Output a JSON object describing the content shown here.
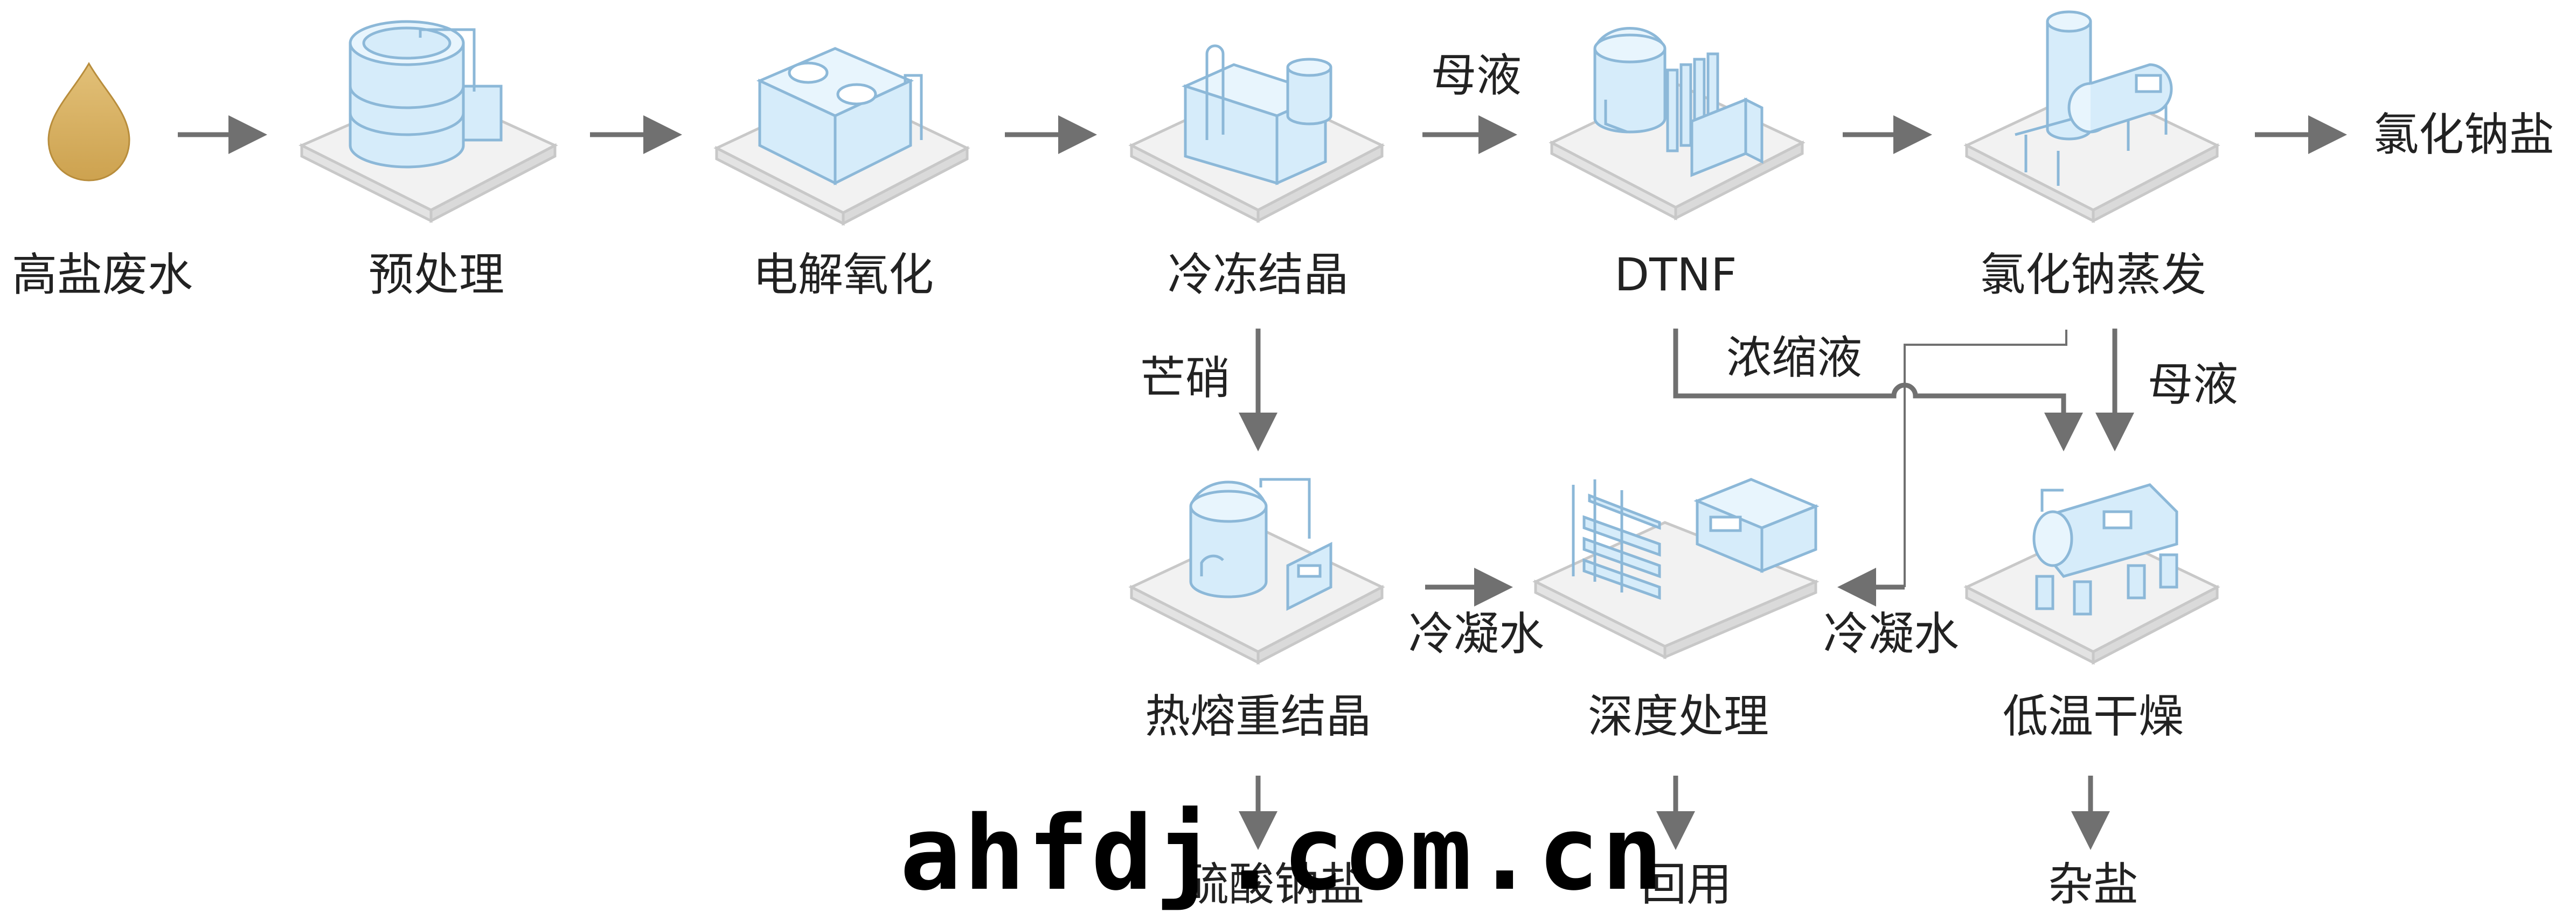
{
  "nodes": {
    "n1": "高盐废水",
    "n2": "预处理",
    "n3": "电解氧化",
    "n4": "冷冻结晶",
    "n5": "DTNF",
    "n6": "氯化钠蒸发",
    "n7": "热熔重结晶",
    "n8": "深度处理",
    "n9": "低温干燥"
  },
  "edge_labels": {
    "mother_liquor_top": "母液",
    "mother_liquor_right": "母液",
    "mirabilite": "芒硝",
    "concentrate": "浓缩液",
    "condensate_left": "冷凝水",
    "condensate_right": "冷凝水"
  },
  "outputs": {
    "sodium_chloride": "氯化钠盐",
    "sodium_sulfate": "硫酸钠盐",
    "reuse": "回用",
    "mixed_salt": "杂盐"
  },
  "watermark": "ahfdj.com.cn",
  "colors": {
    "equipment_fill": "#d6ecfa",
    "equipment_stroke": "#8cb8d8",
    "platform": "#f2f2f2",
    "arrow": "#707070",
    "droplet": "#d9b25f",
    "text": "#222222"
  }
}
